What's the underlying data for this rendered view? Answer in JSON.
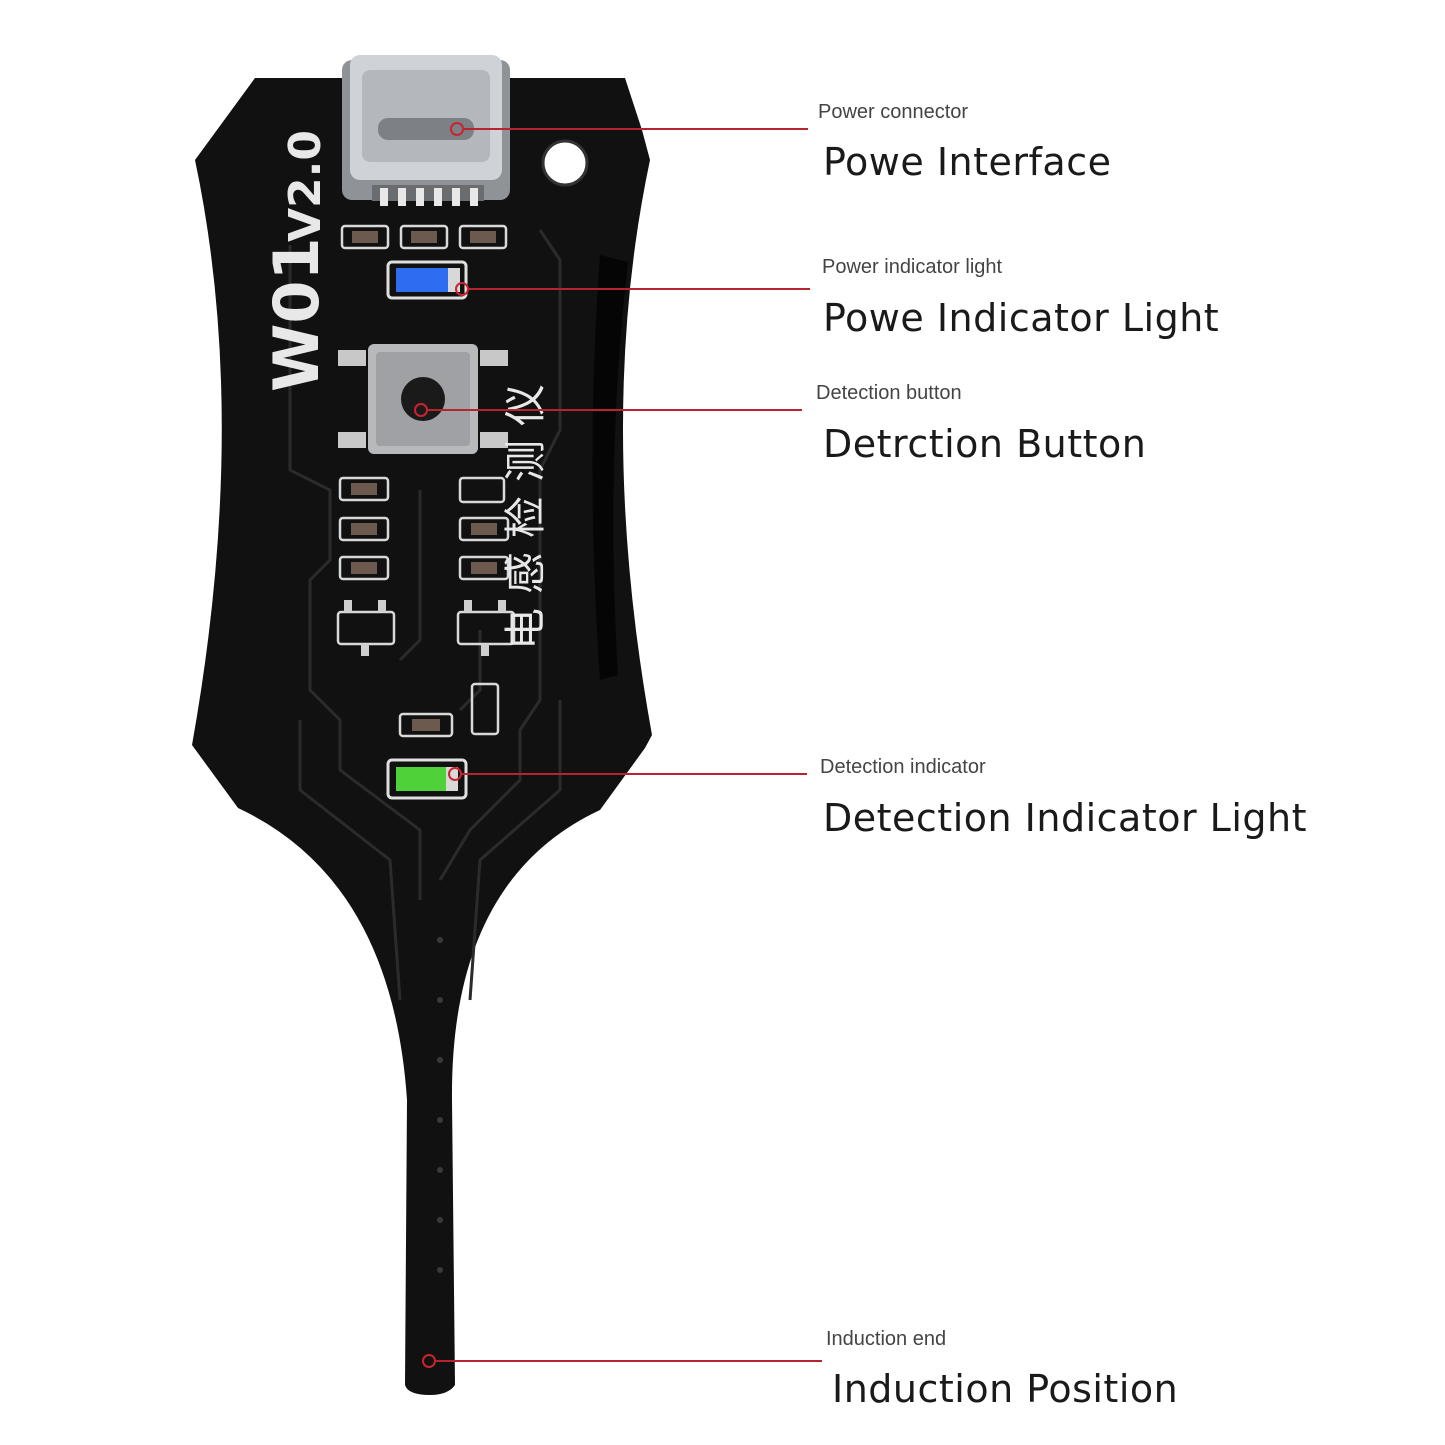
{
  "board": {
    "model_label": "W01",
    "version_label": "V2.0",
    "chinese_label": "电感检测仪",
    "colors": {
      "pcb": "#111111",
      "trace": "#2a2a2a",
      "silkscreen": "#e8e8e8",
      "power_led": "#2f6df0",
      "detection_led": "#4fd13a",
      "callout": "#c8242f"
    }
  },
  "callouts": [
    {
      "id": "power-interface",
      "small_label": "Power connector",
      "big_label": "Powe Interface"
    },
    {
      "id": "power-indicator",
      "small_label": "Power indicator light",
      "big_label": "Powe Indicator Light"
    },
    {
      "id": "detection-button",
      "small_label": "Detection button",
      "big_label": "Detrction Button"
    },
    {
      "id": "detection-indicator",
      "small_label": "Detection indicator",
      "big_label": "Detection Indicator Light"
    },
    {
      "id": "induction-end",
      "small_label": "Induction end",
      "big_label": "Induction Position"
    }
  ]
}
